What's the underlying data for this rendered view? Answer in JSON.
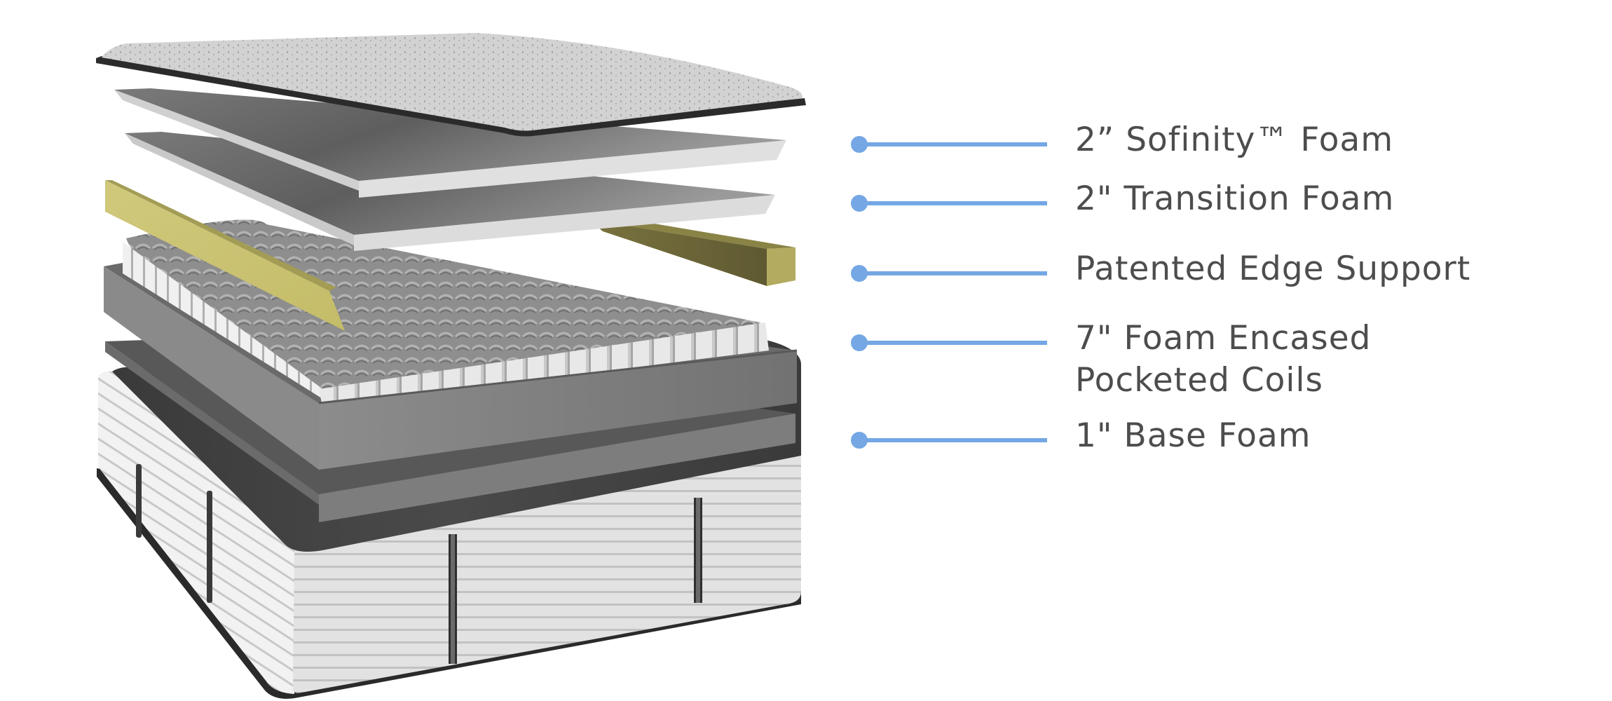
{
  "diagram": {
    "subject": "mattress-layers",
    "accent_color": "#74a7e4",
    "label_color": "#4d4d4d",
    "callouts": [
      {
        "id": "sofinity",
        "lines": [
          "2” Sofinity™ Foam"
        ]
      },
      {
        "id": "transition",
        "lines": [
          "2\" Transition Foam"
        ]
      },
      {
        "id": "edge",
        "lines": [
          "Patented Edge Support"
        ]
      },
      {
        "id": "coils",
        "lines": [
          "7\" Foam Encased",
          "Pocketed Coils"
        ]
      },
      {
        "id": "base",
        "lines": [
          "1\" Base Foam"
        ]
      }
    ],
    "layer_colors": {
      "cover_top": "#cfcfcf",
      "cover_trim": "#2b2b2b",
      "foam_top": "#8f8f8f",
      "foam_edge": "#dedede",
      "edge_support": "#c9c272",
      "edge_support_dark": "#6b6438",
      "coil_top": "#8d8d8d",
      "coil_side": "#e6e6e6",
      "tray": "#7b7b7b",
      "base_foam": "#6e6e6e",
      "box_side": "#e4e4e4",
      "box_top": "#3d3d3d",
      "handle": "#3a3a3a"
    }
  }
}
